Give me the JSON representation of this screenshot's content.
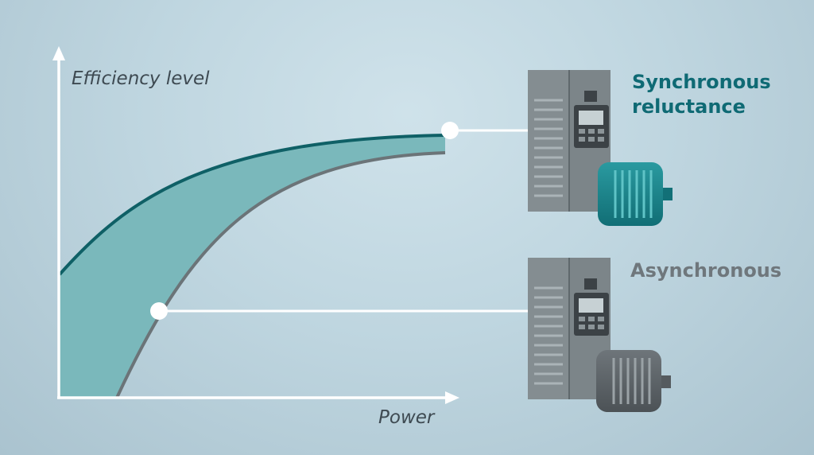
{
  "axes": {
    "y_label": "Efficiency level",
    "x_label": "Power"
  },
  "motors": {
    "synchronous": {
      "label_line1": "Synchronous",
      "label_line2": "reluctance",
      "motor_color": "#1a7d84"
    },
    "asynchronous": {
      "label": "Asynchronous",
      "motor_color": "#5b6166"
    }
  },
  "colors": {
    "band_fill": "#7ab8bb",
    "upper_curve": "#0f6066",
    "lower_curve": "#6b7478",
    "axis": "#ffffff",
    "drive_body": "#7c8589",
    "label_teal": "#0f6a74",
    "label_grey": "#6f777c"
  }
}
